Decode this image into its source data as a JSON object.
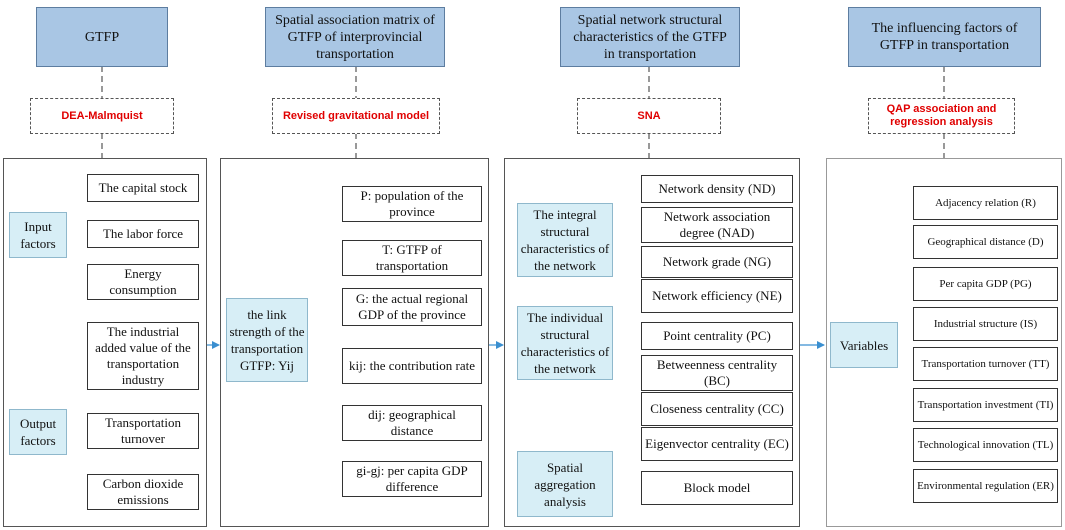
{
  "headers": [
    "GTFP",
    "Spatial association matrix of GTFP of interprovincial transportation",
    "Spatial network structural characteristics of the GTFP in transportation",
    "The influencing factors of GTFP in transportation"
  ],
  "methods": [
    "DEA-Malmquist",
    "Revised gravitational model",
    "SNA",
    "QAP association and regression analysis"
  ],
  "col1": {
    "input_label": "Input factors",
    "output_label": "Output factors",
    "inputs": [
      "The capital stock",
      "The labor force",
      "Energy consumption"
    ],
    "outputs": [
      "The industrial added value of the transportation industry",
      "Transportation turnover",
      "Carbon dioxide emissions"
    ]
  },
  "col2": {
    "main_label": "the link strength of the transportation GTFP: Yij",
    "items": [
      "P: population of the province",
      "T: GTFP of transportation",
      "G: the actual regional GDP of the province",
      "kij: the contribution rate",
      "dij: geographical distance",
      "gi-gj: per capita GDP difference"
    ]
  },
  "col3": {
    "integral_label": "The integral structural characteristics of the network",
    "individual_label": "The individual structural characteristics of the network",
    "spatial_label": "Spatial aggregation analysis",
    "integral_items": [
      "Network density (ND)",
      "Network association degree (NAD)",
      "Network grade (NG)",
      "Network efficiency (NE)"
    ],
    "individual_items": [
      "Point centrality (PC)",
      "Betweenness centrality (BC)",
      "Closeness centrality (CC)",
      "Eigenvector centrality (EC)"
    ],
    "spatial_item": "Block model"
  },
  "col4": {
    "main_label": "Variables",
    "items": [
      "Adjacency relation (R)",
      "Geographical distance (D)",
      "Per capita GDP (PG)",
      "Industrial structure (IS)",
      "Transportation turnover (TT)",
      "Transportation investment (TI)",
      "Technological innovation (TL)",
      "Environmental regulation (ER)"
    ]
  },
  "colors": {
    "header_fill": "#a9c6e4",
    "category_fill": "#d7eef6",
    "method_text": "#e00000",
    "arrow_blue": "#3a8fd0"
  }
}
